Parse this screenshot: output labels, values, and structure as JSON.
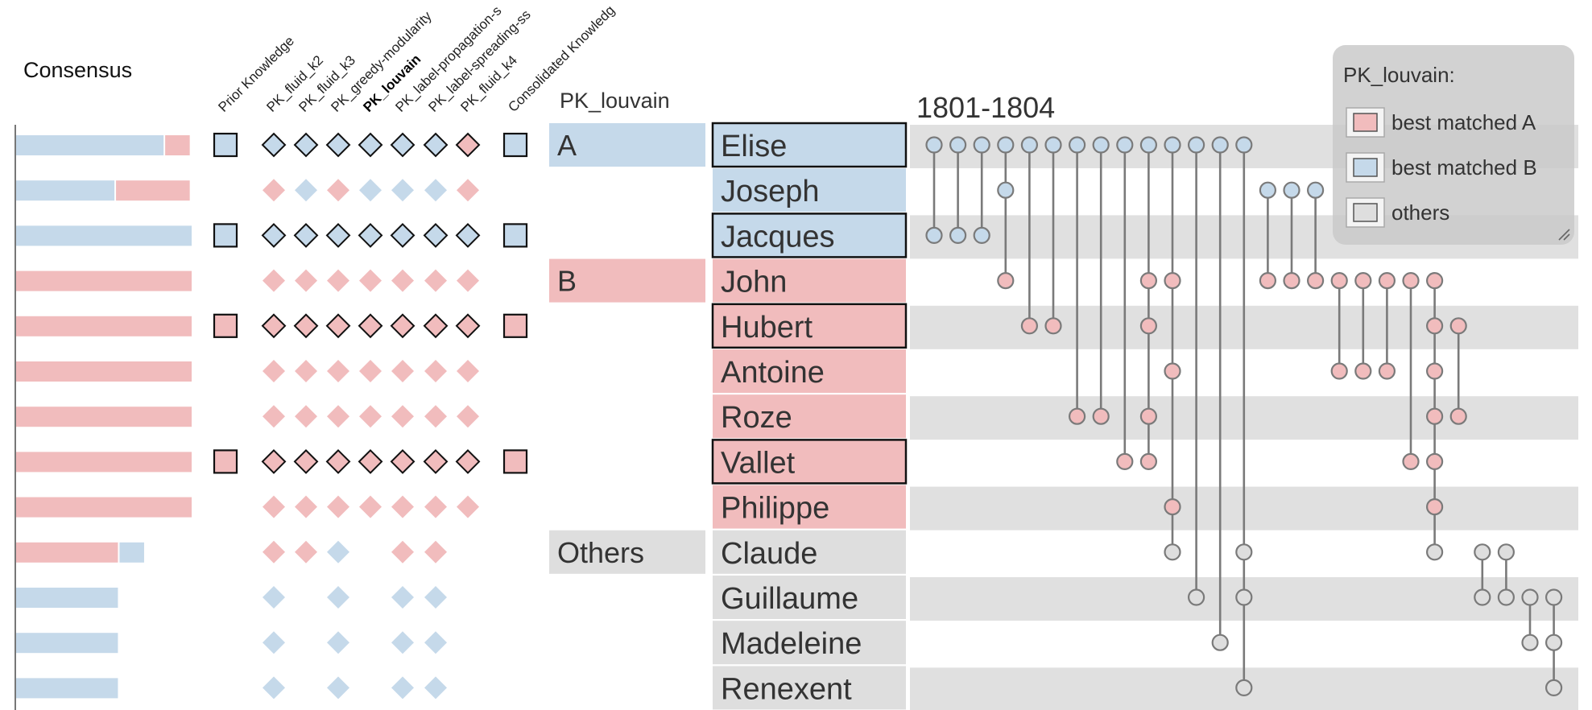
{
  "colors": {
    "A": "#c5d9ea",
    "B": "#f1bcbd",
    "O": "#dedede",
    "stroke": "#7a7a7a",
    "outline": "#111111",
    "rowband": "#e0e0e0"
  },
  "consensus": {
    "title": "Consensus",
    "bars": [
      [
        [
          "A",
          0.84
        ],
        [
          "B",
          0.14
        ]
      ],
      [
        [
          "A",
          0.56
        ],
        [
          "B",
          0.42
        ]
      ],
      [
        [
          "A",
          1.0
        ]
      ],
      [
        [
          "B",
          1.0
        ]
      ],
      [
        [
          "B",
          1.0
        ]
      ],
      [
        [
          "B",
          1.0
        ]
      ],
      [
        [
          "B",
          1.0
        ]
      ],
      [
        [
          "B",
          1.0
        ]
      ],
      [
        [
          "B",
          1.0
        ]
      ],
      [
        [
          "B",
          0.58
        ],
        [
          "A",
          0.14
        ]
      ],
      [
        [
          "A",
          0.58
        ]
      ],
      [
        [
          "A",
          0.58
        ]
      ],
      [
        [
          "A",
          0.58
        ]
      ]
    ]
  },
  "columns": [
    "Prior Knowledge",
    "PK_fluid_k2",
    "PK_fluid_k3",
    "PK_greedy-modularity",
    "PK_louvain",
    "PK_label-propagation-s",
    "PK_label-spreading-ss",
    "PK_fluid_k4",
    "Consolidated Knowledg"
  ],
  "highlight_column": "PK_louvain",
  "matrix": [
    [
      "A",
      [
        "A",
        "A",
        "A",
        "A",
        "A",
        "A",
        "B"
      ],
      "A"
    ],
    [
      "",
      [
        "B",
        "A",
        "B",
        "A",
        "A",
        "A",
        "B"
      ],
      ""
    ],
    [
      "A",
      [
        "A",
        "A",
        "A",
        "A",
        "A",
        "A",
        "A"
      ],
      "A"
    ],
    [
      "",
      [
        "B",
        "B",
        "B",
        "B",
        "B",
        "B",
        "B"
      ],
      ""
    ],
    [
      "B",
      [
        "B",
        "B",
        "B",
        "B",
        "B",
        "B",
        "B"
      ],
      "B"
    ],
    [
      "",
      [
        "B",
        "B",
        "B",
        "B",
        "B",
        "B",
        "B"
      ],
      ""
    ],
    [
      "",
      [
        "B",
        "B",
        "B",
        "B",
        "B",
        "B",
        "B"
      ],
      ""
    ],
    [
      "B",
      [
        "B",
        "B",
        "B",
        "B",
        "B",
        "B",
        "B"
      ],
      "B"
    ],
    [
      "",
      [
        "B",
        "B",
        "B",
        "B",
        "B",
        "B",
        "B"
      ],
      ""
    ],
    [
      "",
      [
        "B",
        "B",
        "A",
        "",
        "B",
        "B",
        ""
      ],
      ""
    ],
    [
      "",
      [
        "A",
        "",
        "A",
        "",
        "A",
        "A",
        ""
      ],
      ""
    ],
    [
      "",
      [
        "A",
        "",
        "A",
        "",
        "A",
        "A",
        ""
      ],
      ""
    ],
    [
      "",
      [
        "A",
        "",
        "A",
        "",
        "A",
        "A",
        ""
      ],
      ""
    ]
  ],
  "outlined_rows": [
    0,
    2,
    4,
    7
  ],
  "pk_header": "PK_louvain",
  "groups": [
    {
      "label": "A",
      "cat": "A",
      "start": 0,
      "end": 0
    },
    {
      "label": "B",
      "cat": "B",
      "start": 3,
      "end": 3
    },
    {
      "label": "Others",
      "cat": "O",
      "start": 9,
      "end": 9
    }
  ],
  "names": [
    {
      "name": "Elise",
      "cat": "A",
      "outlined": true
    },
    {
      "name": "Joseph",
      "cat": "A",
      "outlined": false
    },
    {
      "name": "Jacques",
      "cat": "A",
      "outlined": true
    },
    {
      "name": "John",
      "cat": "B",
      "outlined": false
    },
    {
      "name": "Hubert",
      "cat": "B",
      "outlined": true
    },
    {
      "name": "Antoine",
      "cat": "B",
      "outlined": false
    },
    {
      "name": "Roze",
      "cat": "B",
      "outlined": false
    },
    {
      "name": "Vallet",
      "cat": "B",
      "outlined": true
    },
    {
      "name": "Philippe",
      "cat": "B",
      "outlined": false
    },
    {
      "name": "Claude",
      "cat": "O",
      "outlined": false
    },
    {
      "name": "Guillaume",
      "cat": "O",
      "outlined": false
    },
    {
      "name": "Madeleine",
      "cat": "O",
      "outlined": false
    },
    {
      "name": "Renexent",
      "cat": "O",
      "outlined": false
    }
  ],
  "period_title": "1801-1804",
  "events": [
    [
      0,
      2
    ],
    [
      0,
      2
    ],
    [
      0,
      2
    ],
    [
      0,
      1,
      3
    ],
    [
      0,
      4
    ],
    [
      0,
      4
    ],
    [
      0,
      6
    ],
    [
      0,
      6
    ],
    [
      0,
      7
    ],
    [
      0,
      3,
      4,
      6,
      7
    ],
    [
      0,
      3,
      5,
      8,
      9
    ],
    [
      0,
      10
    ],
    [
      0,
      11
    ],
    [
      0,
      9,
      10,
      12
    ],
    [
      1,
      3
    ],
    [
      1,
      3
    ],
    [
      1,
      3
    ],
    [
      3,
      5
    ],
    [
      3,
      5
    ],
    [
      3,
      5
    ],
    [
      3,
      7
    ],
    [
      3,
      4,
      5,
      6,
      7,
      8,
      9
    ],
    [
      4,
      6
    ],
    [
      9,
      10
    ],
    [
      9,
      10
    ],
    [
      10,
      11
    ],
    [
      10,
      11,
      12
    ]
  ],
  "legend": {
    "title": "PK_louvain:",
    "items": [
      {
        "label": "best matched A",
        "cat": "B"
      },
      {
        "label": "best matched B",
        "cat": "A"
      },
      {
        "label": "others",
        "cat": "O"
      }
    ]
  }
}
